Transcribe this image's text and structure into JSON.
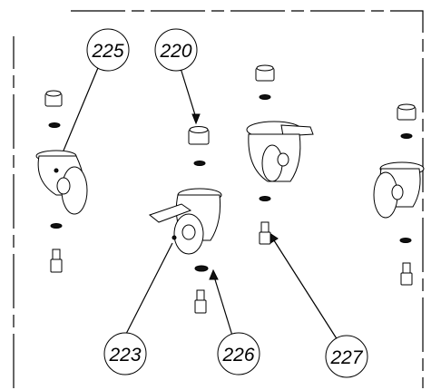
{
  "diagram": {
    "callouts": [
      "225",
      "220",
      "223",
      "226",
      "227"
    ]
  }
}
